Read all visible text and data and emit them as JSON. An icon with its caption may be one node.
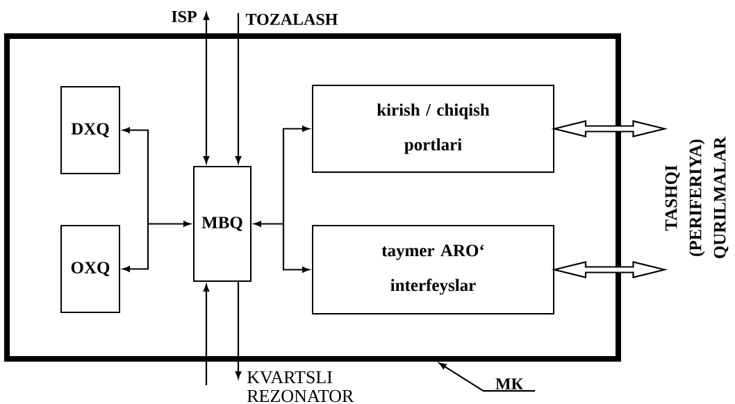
{
  "diagram": {
    "nodes": [
      {
        "text": [],
        "shape": "box"
      },
      {
        "text": [
          "DXQ"
        ],
        "in": 0
      },
      {
        "text": [
          "OXQ"
        ],
        "in": 0
      },
      {
        "text": [
          "MBQ"
        ],
        "in": 0
      },
      {
        "text": [
          "kirish / chiqish portlari"
        ],
        "in": 0
      },
      {
        "text": [
          "taymer ARO‘ interfeyslar"
        ],
        "in": 0
      },
      {
        "text": [
          "ISP"
        ]
      },
      {
        "text": [
          "TOZALASH"
        ]
      },
      {
        "text": [
          "KVARTSLI REZONATOR"
        ]
      },
      {
        "text": [
          "TASHQI (PERIFERIYA) QURILMALAR"
        ]
      },
      {
        "text": [
          "МК"
        ]
      }
    ],
    "edges": [
      {
        "from": 3,
        "to": 1,
        "arrow": "both"
      },
      {
        "from": 3,
        "to": 2,
        "arrow": "both"
      },
      {
        "from": 3,
        "to": 4,
        "arrow": "both"
      },
      {
        "from": 3,
        "to": 5,
        "arrow": "both"
      },
      {
        "from": 3,
        "to": 6,
        "arrow": "both"
      },
      {
        "from": 7,
        "to": 3,
        "arrow": "to"
      },
      {
        "from": null,
        "to": 3,
        "arrow": "to"
      },
      {
        "from": 3,
        "to": 8,
        "arrow": "to"
      },
      {
        "from": 4,
        "to": 9,
        "arrow": "both",
        "style": "thick"
      },
      {
        "from": 5,
        "to": 9,
        "arrow": "both",
        "style": "thick"
      },
      {
        "from": 10,
        "to": 0,
        "arrow": "to"
      }
    ]
  }
}
